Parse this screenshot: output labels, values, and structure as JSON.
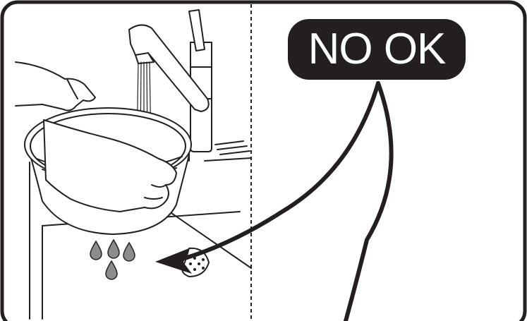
{
  "label": {
    "text": "NO OK",
    "background": "#231f20",
    "color": "#ffffff"
  },
  "colors": {
    "line": "#231f20",
    "drop": "#8c8c8c",
    "frame": "#231f20"
  },
  "icons": {
    "left_scene": "hand-washing-bowl-under-tap",
    "drips": "water-drops",
    "arrow": "curved-arrow",
    "drain": "sink-drain-icon"
  }
}
